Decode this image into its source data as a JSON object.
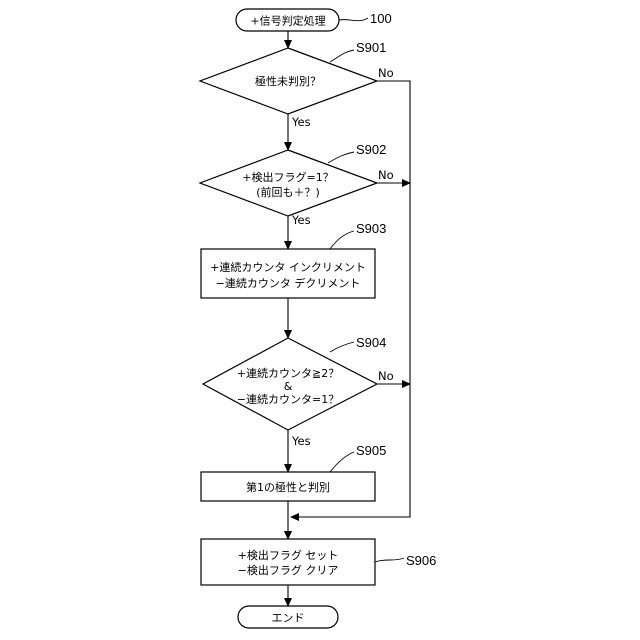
{
  "flowchart": {
    "start": {
      "label": "+信号判定処理",
      "ref": "100"
    },
    "s901": {
      "ref": "S901",
      "line1": "極性未判別？",
      "yes": "Yes",
      "no": "No"
    },
    "s902": {
      "ref": "S902",
      "line1": "+検出フラグ=1？",
      "line2": "(前回も＋？)",
      "yes": "Yes",
      "no": "No"
    },
    "s903": {
      "ref": "S903",
      "line1": "+連続カウンタ インクリメント",
      "line2": "−連続カウンタ デクリメント"
    },
    "s904": {
      "ref": "S904",
      "line1": "+連続カウンタ≧2？",
      "line2": "&",
      "line3": "−連続カウンタ=1？",
      "yes": "Yes",
      "no": "No"
    },
    "s905": {
      "ref": "S905",
      "line1": "第1の極性と判別"
    },
    "s906": {
      "ref": "S906",
      "line1": "+検出フラグ セット",
      "line2": "−検出フラグ クリア"
    },
    "end": {
      "label": "エンド"
    }
  }
}
